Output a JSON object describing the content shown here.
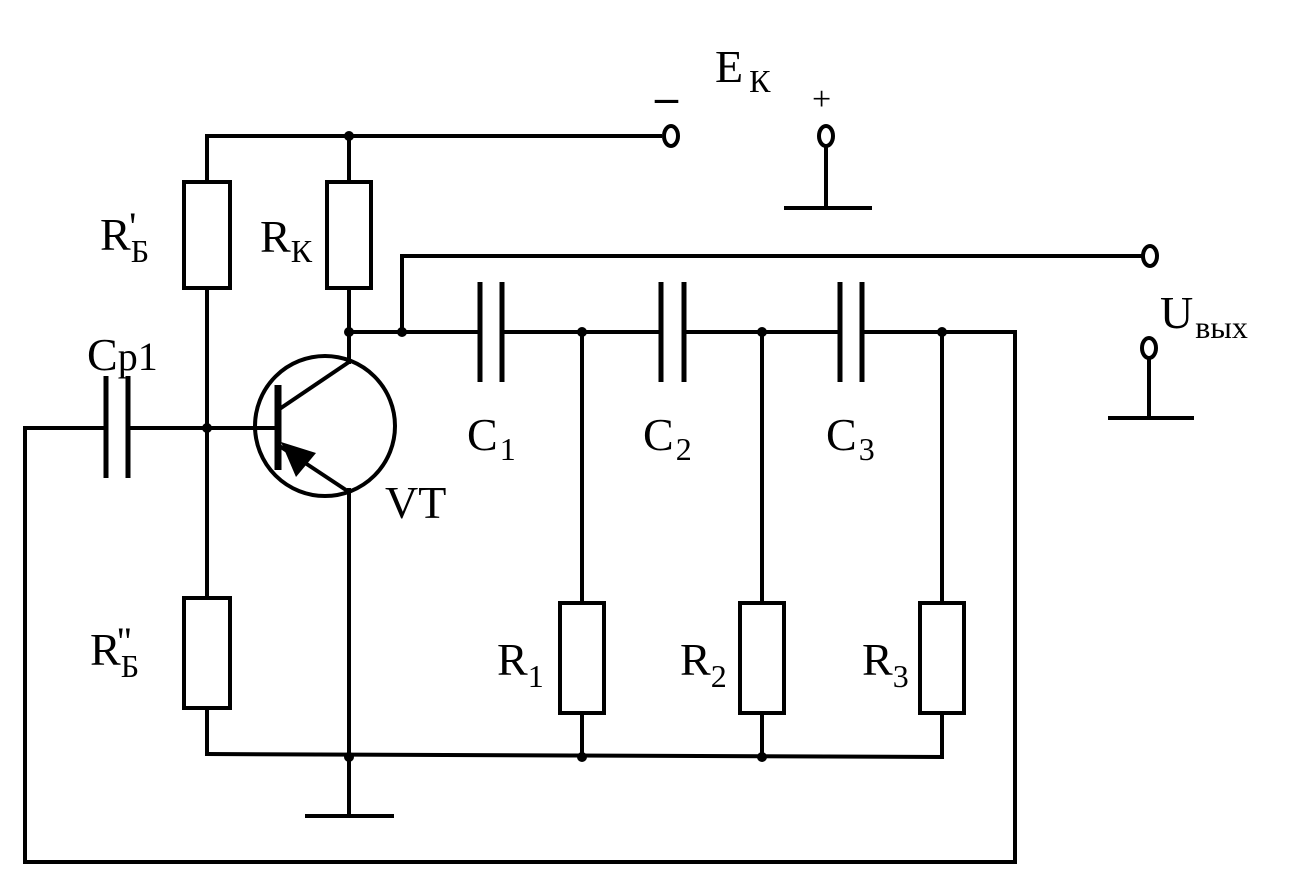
{
  "supply": {
    "label_main": "E",
    "label_sub": "К",
    "minus": "–",
    "plus": "+"
  },
  "output": {
    "label_main": "U",
    "label_sub": "вых"
  },
  "components": {
    "rb_top": {
      "main": "R",
      "sub": "Б",
      "prime": "'"
    },
    "rb_bottom": {
      "main": "R",
      "sub": "Б",
      "prime": "''"
    },
    "rk": {
      "main": "R",
      "sub": "К"
    },
    "cp1": {
      "main": "C",
      "sub": "р1"
    },
    "c1": {
      "main": "C",
      "sub": "1"
    },
    "c2": {
      "main": "C",
      "sub": "2"
    },
    "c3": {
      "main": "C",
      "sub": "3"
    },
    "r1": {
      "main": "R",
      "sub": "1"
    },
    "r2": {
      "main": "R",
      "sub": "2"
    },
    "r3": {
      "main": "R",
      "sub": "3"
    },
    "transistor": {
      "label": "VT"
    }
  },
  "colors": {
    "line": "#000000",
    "background": "#ffffff"
  }
}
